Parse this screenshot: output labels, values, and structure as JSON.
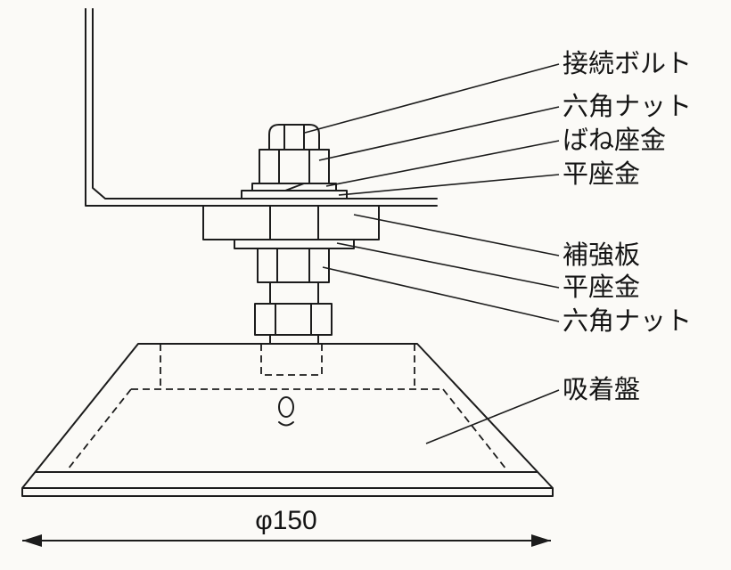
{
  "diagram": {
    "callouts": {
      "connection_bolt": "接続ボルト",
      "hex_nut_upper": "六角ナット",
      "spring_washer": "ばね座金",
      "flat_washer_upper": "平座金",
      "reinforcement_plate": "補強板",
      "flat_washer_lower": "平座金",
      "hex_nut_lower": "六角ナット",
      "suction_pad": "吸着盤"
    },
    "dimension": {
      "diameter_label": "φ150"
    },
    "colors": {
      "line": "#1c1c1c",
      "background": "#fbfaf7"
    }
  }
}
